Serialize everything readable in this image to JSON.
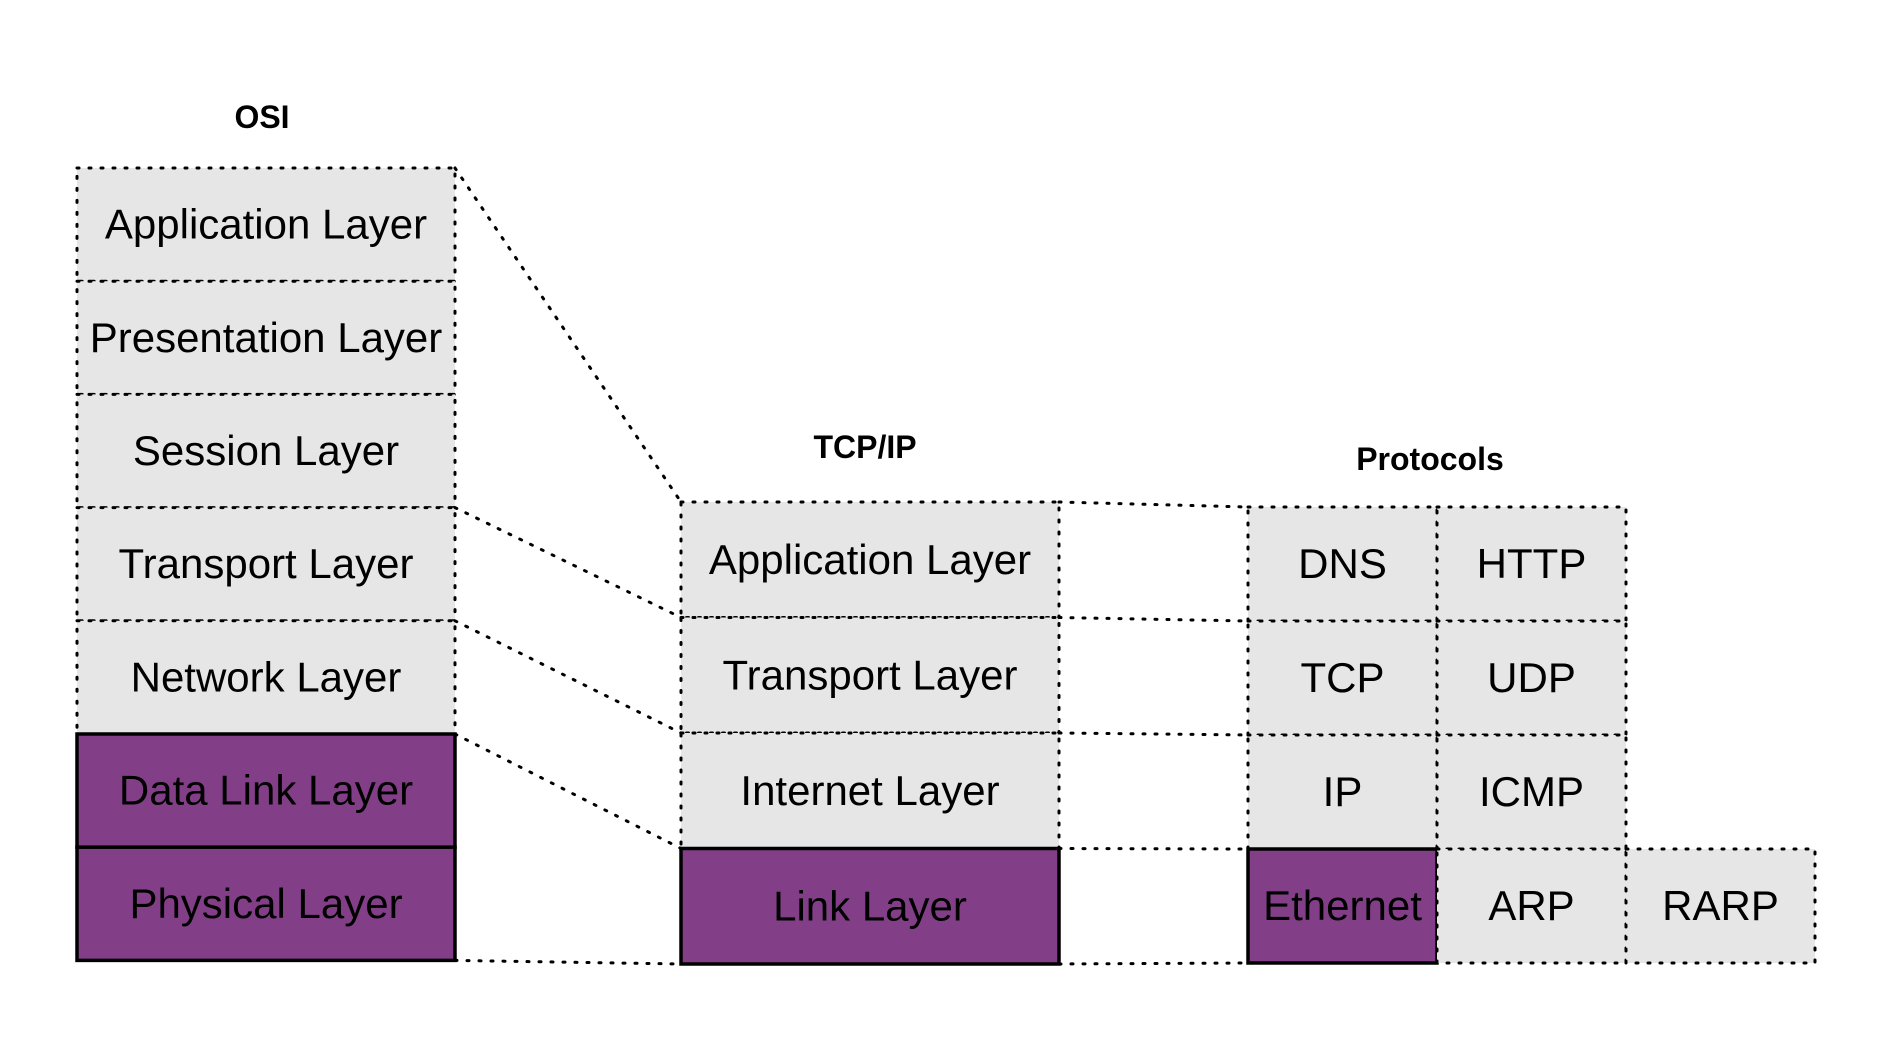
{
  "headings": {
    "osi": "OSI",
    "tcpip": "TCP/IP",
    "protocols": "Protocols"
  },
  "osi_layers": [
    {
      "label": "Application Layer",
      "highlighted": false
    },
    {
      "label": "Presentation Layer",
      "highlighted": false
    },
    {
      "label": "Session Layer",
      "highlighted": false
    },
    {
      "label": "Transport Layer",
      "highlighted": false
    },
    {
      "label": "Network Layer",
      "highlighted": false
    },
    {
      "label": "Data Link Layer",
      "highlighted": true
    },
    {
      "label": "Physical Layer",
      "highlighted": true
    }
  ],
  "tcpip_layers": [
    {
      "label": "Application Layer",
      "highlighted": false
    },
    {
      "label": "Transport Layer",
      "highlighted": false
    },
    {
      "label": "Internet Layer",
      "highlighted": false
    },
    {
      "label": "Link Layer",
      "highlighted": true
    }
  ],
  "protocols": [
    [
      {
        "label": "DNS",
        "highlighted": false
      },
      {
        "label": "HTTP",
        "highlighted": false
      }
    ],
    [
      {
        "label": "TCP",
        "highlighted": false
      },
      {
        "label": "UDP",
        "highlighted": false
      }
    ],
    [
      {
        "label": "IP",
        "highlighted": false
      },
      {
        "label": "ICMP",
        "highlighted": false
      }
    ],
    [
      {
        "label": "Ethernet",
        "highlighted": true
      },
      {
        "label": "ARP",
        "highlighted": false
      },
      {
        "label": "RARP",
        "highlighted": false
      }
    ]
  ],
  "colors": {
    "cell_fill": "#e6e6e6",
    "highlight_fill": "#823f87",
    "stroke": "#000000"
  }
}
